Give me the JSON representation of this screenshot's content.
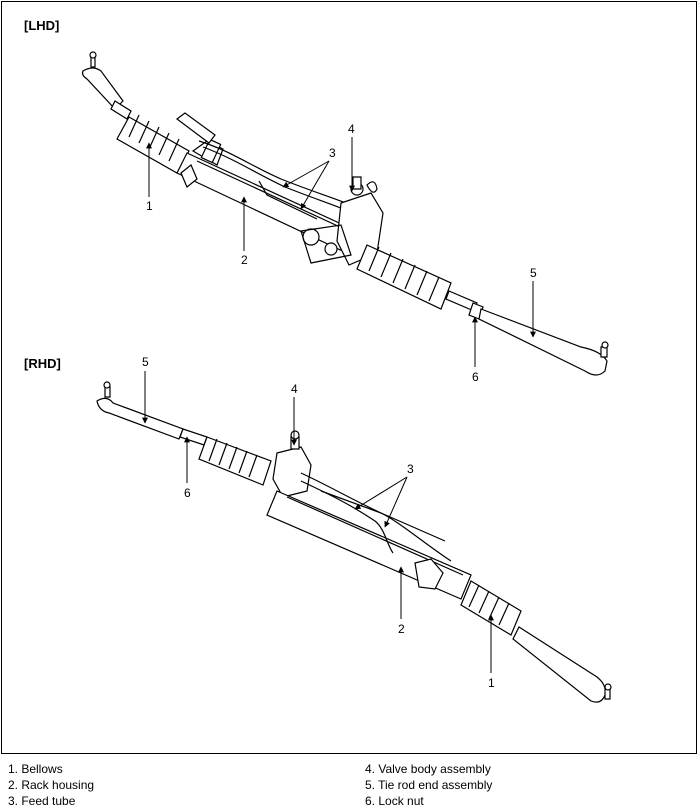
{
  "sections": {
    "lhd": {
      "title": "[LHD]"
    },
    "rhd": {
      "title": "[RHD]"
    }
  },
  "callouts": [
    "1",
    "2",
    "3",
    "4",
    "5",
    "6"
  ],
  "legend": {
    "col1": [
      "1. Bellows",
      "2. Rack housing",
      "3. Feed tube"
    ],
    "col2": [
      "4. Valve body assembly",
      "5. Tie rod end assembly",
      "6. Lock nut"
    ]
  }
}
